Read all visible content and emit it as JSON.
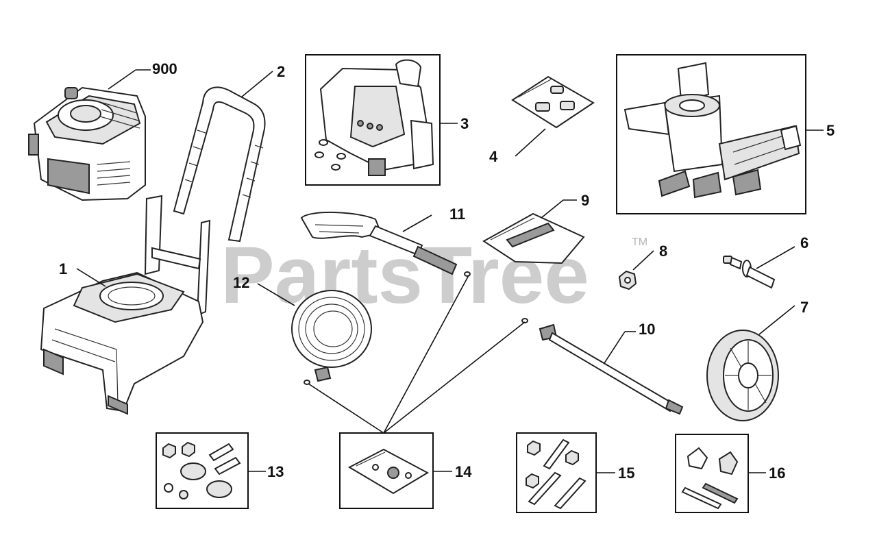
{
  "watermark": {
    "text": "PartsTree",
    "trademark": "TM"
  },
  "callouts": {
    "c900": "900",
    "c1": "1",
    "c2": "2",
    "c3": "3",
    "c4": "4",
    "c5": "5",
    "c6": "6",
    "c7": "7",
    "c8": "8",
    "c9": "9",
    "c10": "10",
    "c11": "11",
    "c12": "12",
    "c13": "13",
    "c14": "14",
    "c15": "15",
    "c16": "16"
  }
}
